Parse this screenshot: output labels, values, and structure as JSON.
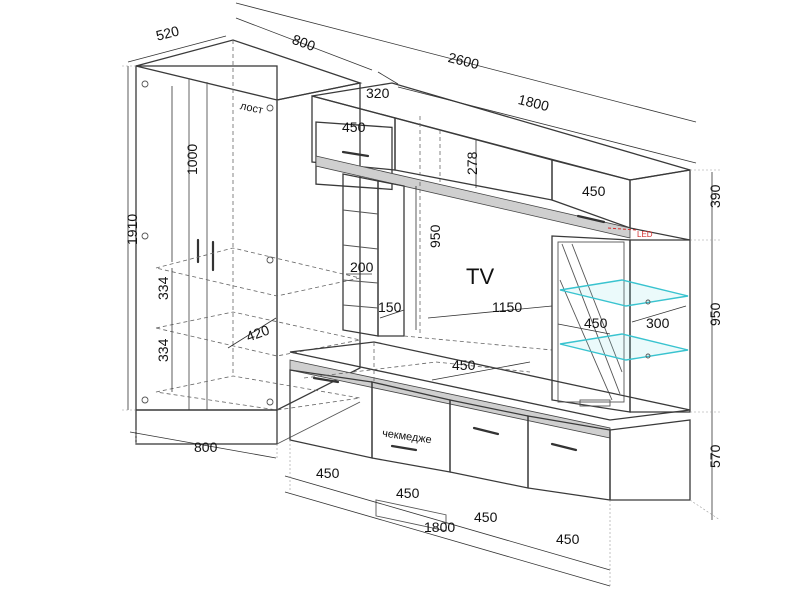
{
  "colors": {
    "led": "#d32f2f",
    "glass": "#39c3cf"
  },
  "labels": {
    "tv": "TV",
    "lost": "лост",
    "chekmedzhe": "чекмедже",
    "led": "LED"
  },
  "dimensions": {
    "wardrobe_depth": "520",
    "wardrobe_top_width": "800",
    "overall_width": "2600",
    "upper_depth": "320",
    "upper_width": "1800",
    "upper_left_cabinet": "450",
    "upper_niche_height": "278",
    "upper_right_cabinet": "450",
    "upper_height": "390",
    "wardrobe_height": "1910",
    "wardrobe_upper_section": "1000",
    "wardrobe_shelf_1": "334",
    "wardrobe_shelf_2": "334",
    "wardrobe_inner_depth": "420",
    "wardrobe_bottom_width": "800",
    "tv_section_height": "950",
    "shelf_width": "200",
    "shelf_depth": "150",
    "tv_width": "1150",
    "showcase_width": "450",
    "showcase_depth": "300",
    "showcase_height": "950",
    "base_depth": "450",
    "base_height": "570",
    "base_drawer_1": "450",
    "base_drawer_2": "450",
    "base_drawer_3": "450",
    "base_drawer_4": "450",
    "base_width": "1800"
  }
}
